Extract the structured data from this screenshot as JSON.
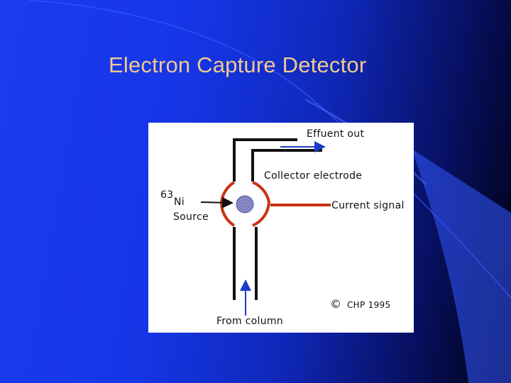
{
  "slide": {
    "title": "Electron Capture Detector"
  },
  "diagram": {
    "labels": {
      "effluent_out": "Effuent out",
      "collector_electrode": "Collector electrode",
      "isotope_mass": "63",
      "isotope_element": "Ni",
      "source": "Source",
      "current_signal": "Current signal",
      "from_column": "From column",
      "copyright_symbol": "©",
      "copyright_text": "CHP 1995"
    }
  },
  "colors": {
    "title": "#f0c890",
    "arrow_blue": "#1e3cc8",
    "electrode_red": "#c83214",
    "source_gray": "#8c8cc8"
  }
}
